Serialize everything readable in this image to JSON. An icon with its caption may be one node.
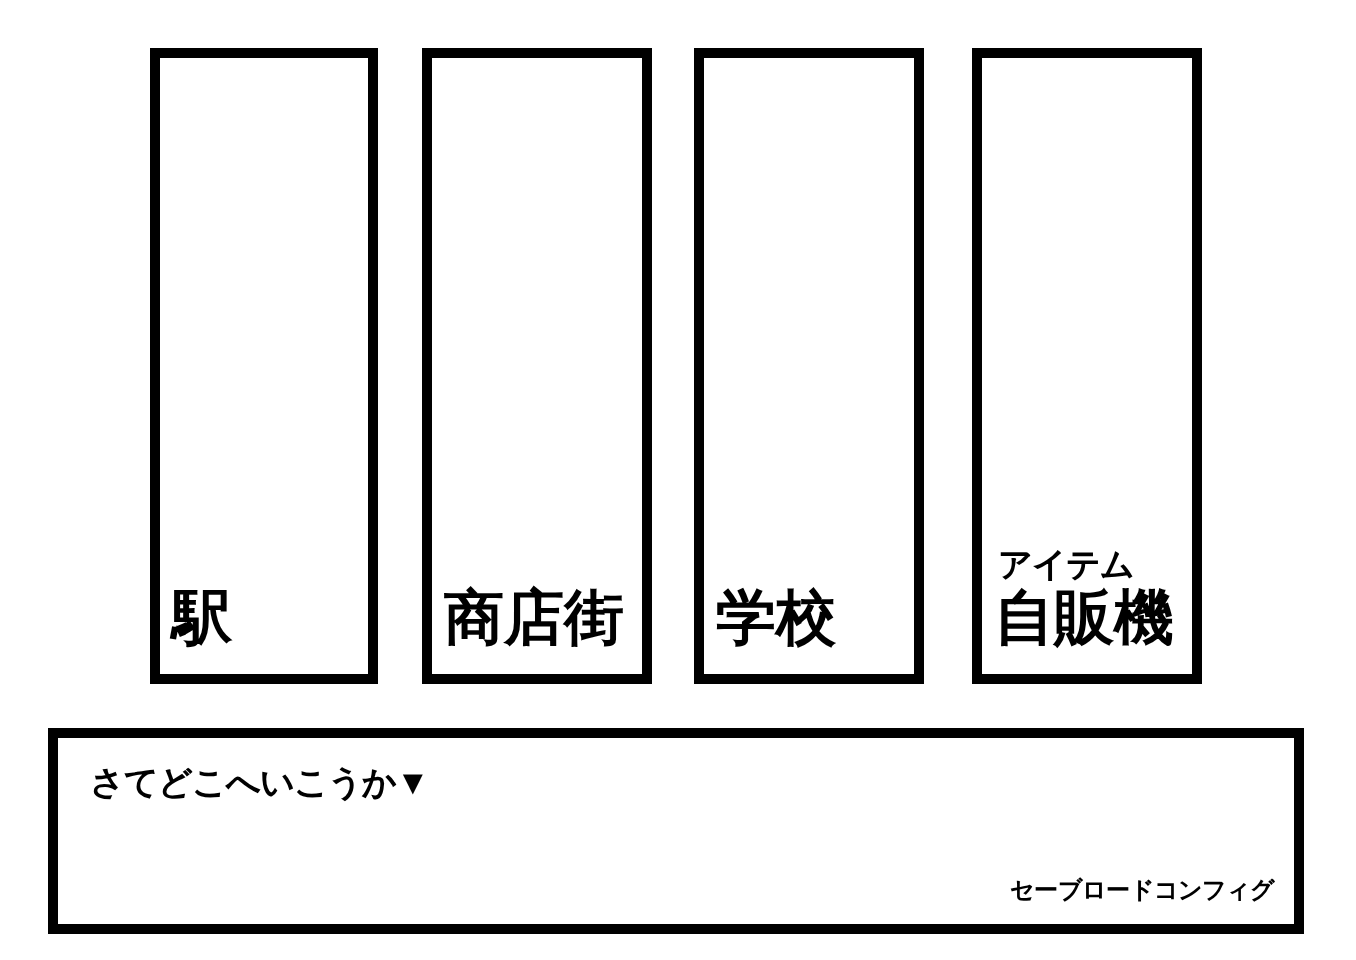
{
  "diagram": {
    "nodes": [
      {
        "text": [
          "駅"
        ]
      },
      {
        "text": [
          "商店街"
        ]
      },
      {
        "text": [
          "学校"
        ]
      },
      {
        "text": [
          "アイテム",
          "自販機"
        ]
      },
      {
        "text": [
          "さてどこへいこうか▼",
          "セーブロードコンフィグ"
        ]
      }
    ]
  }
}
